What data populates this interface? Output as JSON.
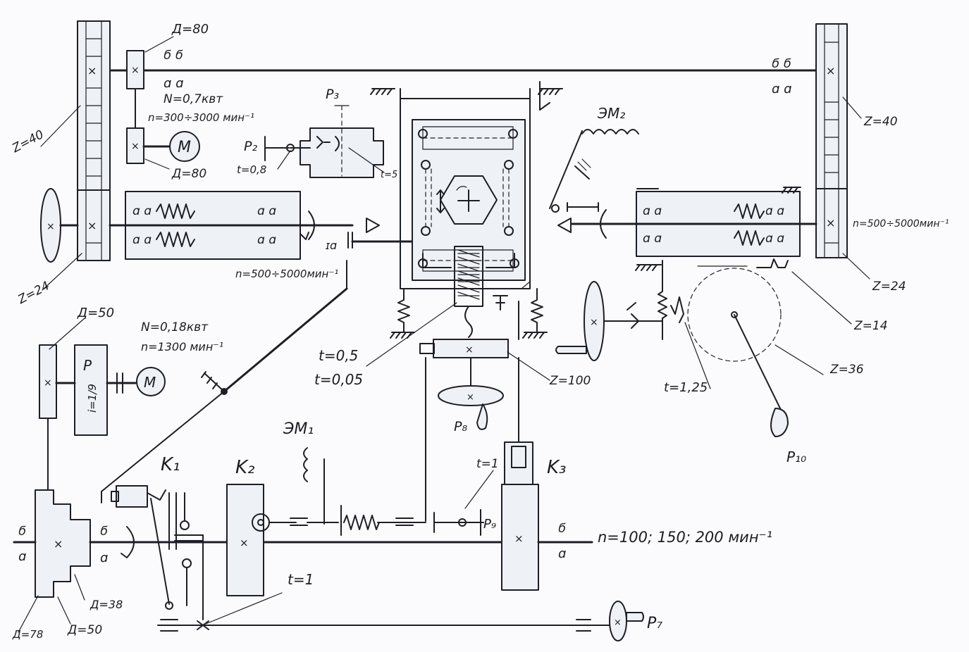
{
  "diagram": {
    "labels": {
      "d80": "Д=80",
      "z40_left": "Z=40",
      "n_top_motor": "N=0,7квт",
      "n_top_speed": "n=300÷3000 мин⁻¹",
      "d80_lower": "Д=80",
      "motor": "M",
      "z24_left": "Z=24",
      "n_spindle_left": "n=500÷5000мин⁻¹",
      "p2": "P₂",
      "t08": "t=0,8",
      "p3": "P₃",
      "t_small": "t=5",
      "em2": "ЭМ₂",
      "z40_right": "Z=40",
      "n_spindle_right": "n=500÷5000мин⁻¹",
      "z24_right": "Z=24",
      "z14": "Z=14",
      "z36": "Z=36",
      "p10": "P₁₀",
      "t125": "t=1,25",
      "d50_top": "Д=50",
      "n_bottom_motor": "N=0,18квт",
      "n_bottom_speed": "n=1300 мин⁻¹",
      "reducer_p": "P",
      "reducer_i": "i=1/9",
      "t05": "t=0,5",
      "t005": "t=0,05",
      "z100": "Z=100",
      "p8": "P₈",
      "em1": "ЭМ₁",
      "k1": "K₁",
      "k2": "K₂",
      "k3": "K₃",
      "t1_upper": "t=1",
      "p9": "P₉",
      "n_output": "n=100; 150; 200 мин⁻¹",
      "d38": "Д=38",
      "d78": "Д=78",
      "d50_bottom": "Д=50",
      "t1_lower": "t=1",
      "p7": "P₇"
    }
  }
}
